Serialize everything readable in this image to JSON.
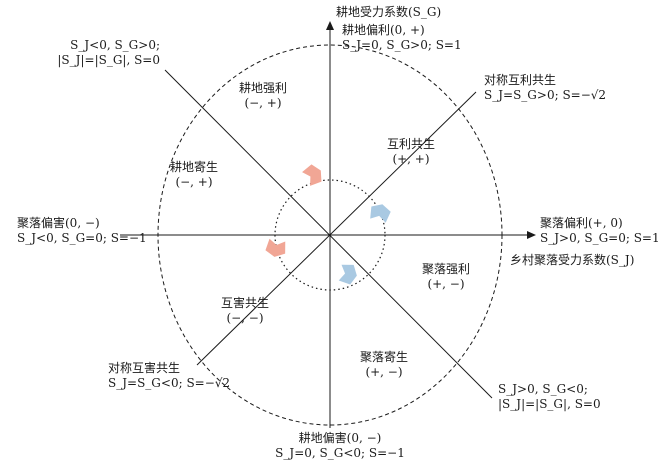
{
  "axes": {
    "y_label": "耕地受力系数(S_G)",
    "x_label": "乡村聚落受力系数(S_J)"
  },
  "labels": {
    "top_left_cond_1": "S_J<0, S_G>0;",
    "top_left_cond_2": "|S_J|=|S_G|, S=0",
    "top_title": "耕地偏利(0, +)",
    "top_cond": "S_J=0, S_G>0; S=1",
    "top_right_title": "对称互利共生",
    "top_right_cond": "S_J=S_G>0; S=−√2",
    "q_upper": "耕地强利",
    "q_upper_sign": "(−, +)",
    "q_upper_left": "耕地寄生",
    "q_upper_left_sign": "(−, +)",
    "q_right_up": "互利共生",
    "q_right_up_sign": "(+, +)",
    "left_title": "聚落偏害(0, −)",
    "left_cond": "S_J<0, S_G=0; S=−1",
    "right_title": "聚落偏利(+, 0)",
    "right_cond": "S_J>0, S_G=0; S=1",
    "q_right_low": "聚落强利",
    "q_right_low_sign": "(+, −)",
    "q_left_low": "互害共生",
    "q_left_low_sign": "(−, −)",
    "bottom_left_title": "对称互害共生",
    "bottom_left_cond": "S_J=S_G<0; S=−√2",
    "q_lower": "聚落寄生",
    "q_lower_sign": "(+, −)",
    "bottom_right_cond_1": "S_J>0, S_G<0;",
    "bottom_right_cond_2": "|S_J|=|S_G|, S=0",
    "bottom_title": "耕地偏害(0, −)",
    "bottom_cond": "S_J=0, S_G<0; S=−1"
  },
  "colors": {
    "axis": "#1a1a1a",
    "arrow_red": "#f1a695",
    "arrow_blue": "#a9c9e2"
  },
  "icons": [
    "arrow-up-right-icon",
    "arrow-down-left-icon"
  ]
}
